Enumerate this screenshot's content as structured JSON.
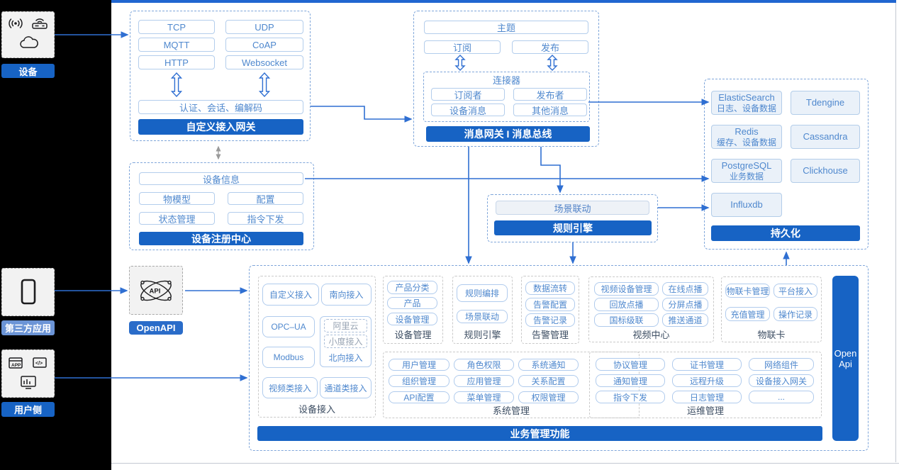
{
  "palette": {
    "accent": "#1763c4",
    "arrow": "#2f6fd2",
    "light_label": "#6b94d6"
  },
  "left_rail": {
    "device": {
      "label": "设备"
    },
    "third_party": {
      "label": "第三方应用"
    },
    "user": {
      "label": "用户侧"
    }
  },
  "gateway_box": {
    "protocols": [
      "TCP",
      "UDP",
      "MQTT",
      "CoAP",
      "HTTP",
      "Websocket"
    ],
    "auth_bar": "认证、会话、编解码",
    "title": "自定义接入网关"
  },
  "registry_box": {
    "wide_item": "设备信息",
    "items": [
      "物模型",
      "配置",
      "状态管理",
      "指令下发"
    ],
    "title": "设备注册中心"
  },
  "message_box": {
    "topic": "主题",
    "subscribe": "订阅",
    "publish": "发布",
    "connector_title": "连接器",
    "connector_items": [
      "订阅者",
      "发布者",
      "设备消息",
      "其他消息"
    ],
    "title": "消息网关 I 消息总线"
  },
  "persistence_box": {
    "title": "持久化",
    "stores": [
      [
        "ElasticSearch",
        "日志、设备数据"
      ],
      [
        "Tdengine",
        ""
      ],
      [
        "Redis",
        "缓存、设备数据"
      ],
      [
        "Cassandra",
        ""
      ],
      [
        "PostgreSQL",
        "业务数据"
      ],
      [
        "Clickhouse",
        ""
      ],
      [
        "Influxdb",
        ""
      ]
    ]
  },
  "rule_box": {
    "item": "场景联动",
    "title": "规则引擎"
  },
  "openapi": {
    "button": "OpenAPI",
    "icon_text": "API"
  },
  "business_box": {
    "title": "业务管理功能",
    "open_api_bar": [
      "Open",
      "Api"
    ],
    "device_access": {
      "caption": "设备接入",
      "btn_r1": [
        "自定义接入",
        "南向接入"
      ],
      "btn_opcua": "OPC–UA",
      "cloud_dashed": [
        "阿里云",
        "小度接入"
      ],
      "cloud_plain": "北向接入",
      "btn_modbus": "Modbus",
      "btn_r3": [
        "视频类接入",
        "通道类接入"
      ]
    },
    "device_mgmt": {
      "caption": "设备管理",
      "items": [
        "产品分类",
        "产品",
        "设备管理"
      ]
    },
    "rule_engine": {
      "caption": "规则引擎",
      "items": [
        "规则编排",
        "场景联动"
      ]
    },
    "alarm_mgmt": {
      "caption": "告警管理",
      "items": [
        "数据流转",
        "告警配置",
        "告警记录"
      ]
    },
    "video_center": {
      "caption": "视频中心",
      "items": [
        "视频设备管理",
        "在线点播",
        "回放点播",
        "分屏点播",
        "国标级联",
        "推送通道"
      ]
    },
    "iot_card": {
      "caption": "物联卡",
      "items": [
        "物联卡管理",
        "平台接入",
        "充值管理",
        "操作记录"
      ]
    },
    "system_mgmt": {
      "caption": "系统管理",
      "items": [
        "用户管理",
        "角色权限",
        "系统通知",
        "组织管理",
        "应用管理",
        "关系配置",
        "API配置",
        "菜单管理",
        "权限管理"
      ]
    },
    "ops_mgmt": {
      "caption": "运维管理",
      "items": [
        "协议管理",
        "证书管理",
        "网络组件",
        "通知管理",
        "远程升级",
        "设备接入网关",
        "指令下发",
        "日志管理",
        "..."
      ]
    }
  }
}
